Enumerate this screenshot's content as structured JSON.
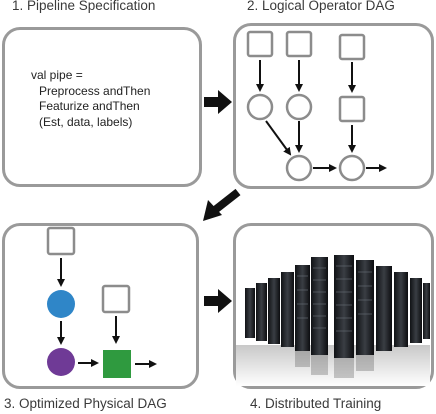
{
  "titles": {
    "step1": "1. Pipeline Specification",
    "step2": "2. Logical Operator DAG",
    "step3": "3. Optimized Physical DAG",
    "step4": "4. Distributed Training"
  },
  "code": {
    "line1": "val pipe =",
    "line2": "Preprocess andThen",
    "line3": "Featurize andThen",
    "line4": "(Est, data, labels)"
  },
  "colors": {
    "border": "#9a9a9a",
    "blue_node": "#2f86c8",
    "purple_node": "#6f3a96",
    "green_node": "#2f9a3f",
    "arrow": "#111111"
  }
}
